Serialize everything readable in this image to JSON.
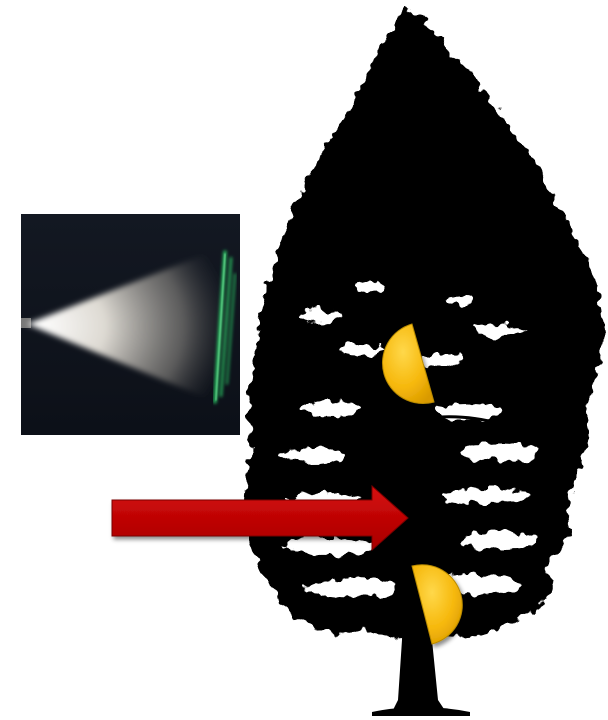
{
  "figure": {
    "colors": {
      "background": "#ffffff",
      "tree_silhouette": "#000000",
      "photo_background": "#10141c",
      "spray_plume": "#e8e4dc",
      "laser_lines": "#2bd66a",
      "arrow": "#c00000",
      "semicircle_markers": "#f6b80c",
      "marker_shadow": "#b88a00"
    },
    "elements": {
      "photo": "spray-plume-with-laser-sheet-photo",
      "tree": "conifer-tree-silhouette",
      "arrow": "right-pointing-arrow",
      "markers": [
        "half-disc-marker",
        "half-disc-marker"
      ]
    }
  }
}
